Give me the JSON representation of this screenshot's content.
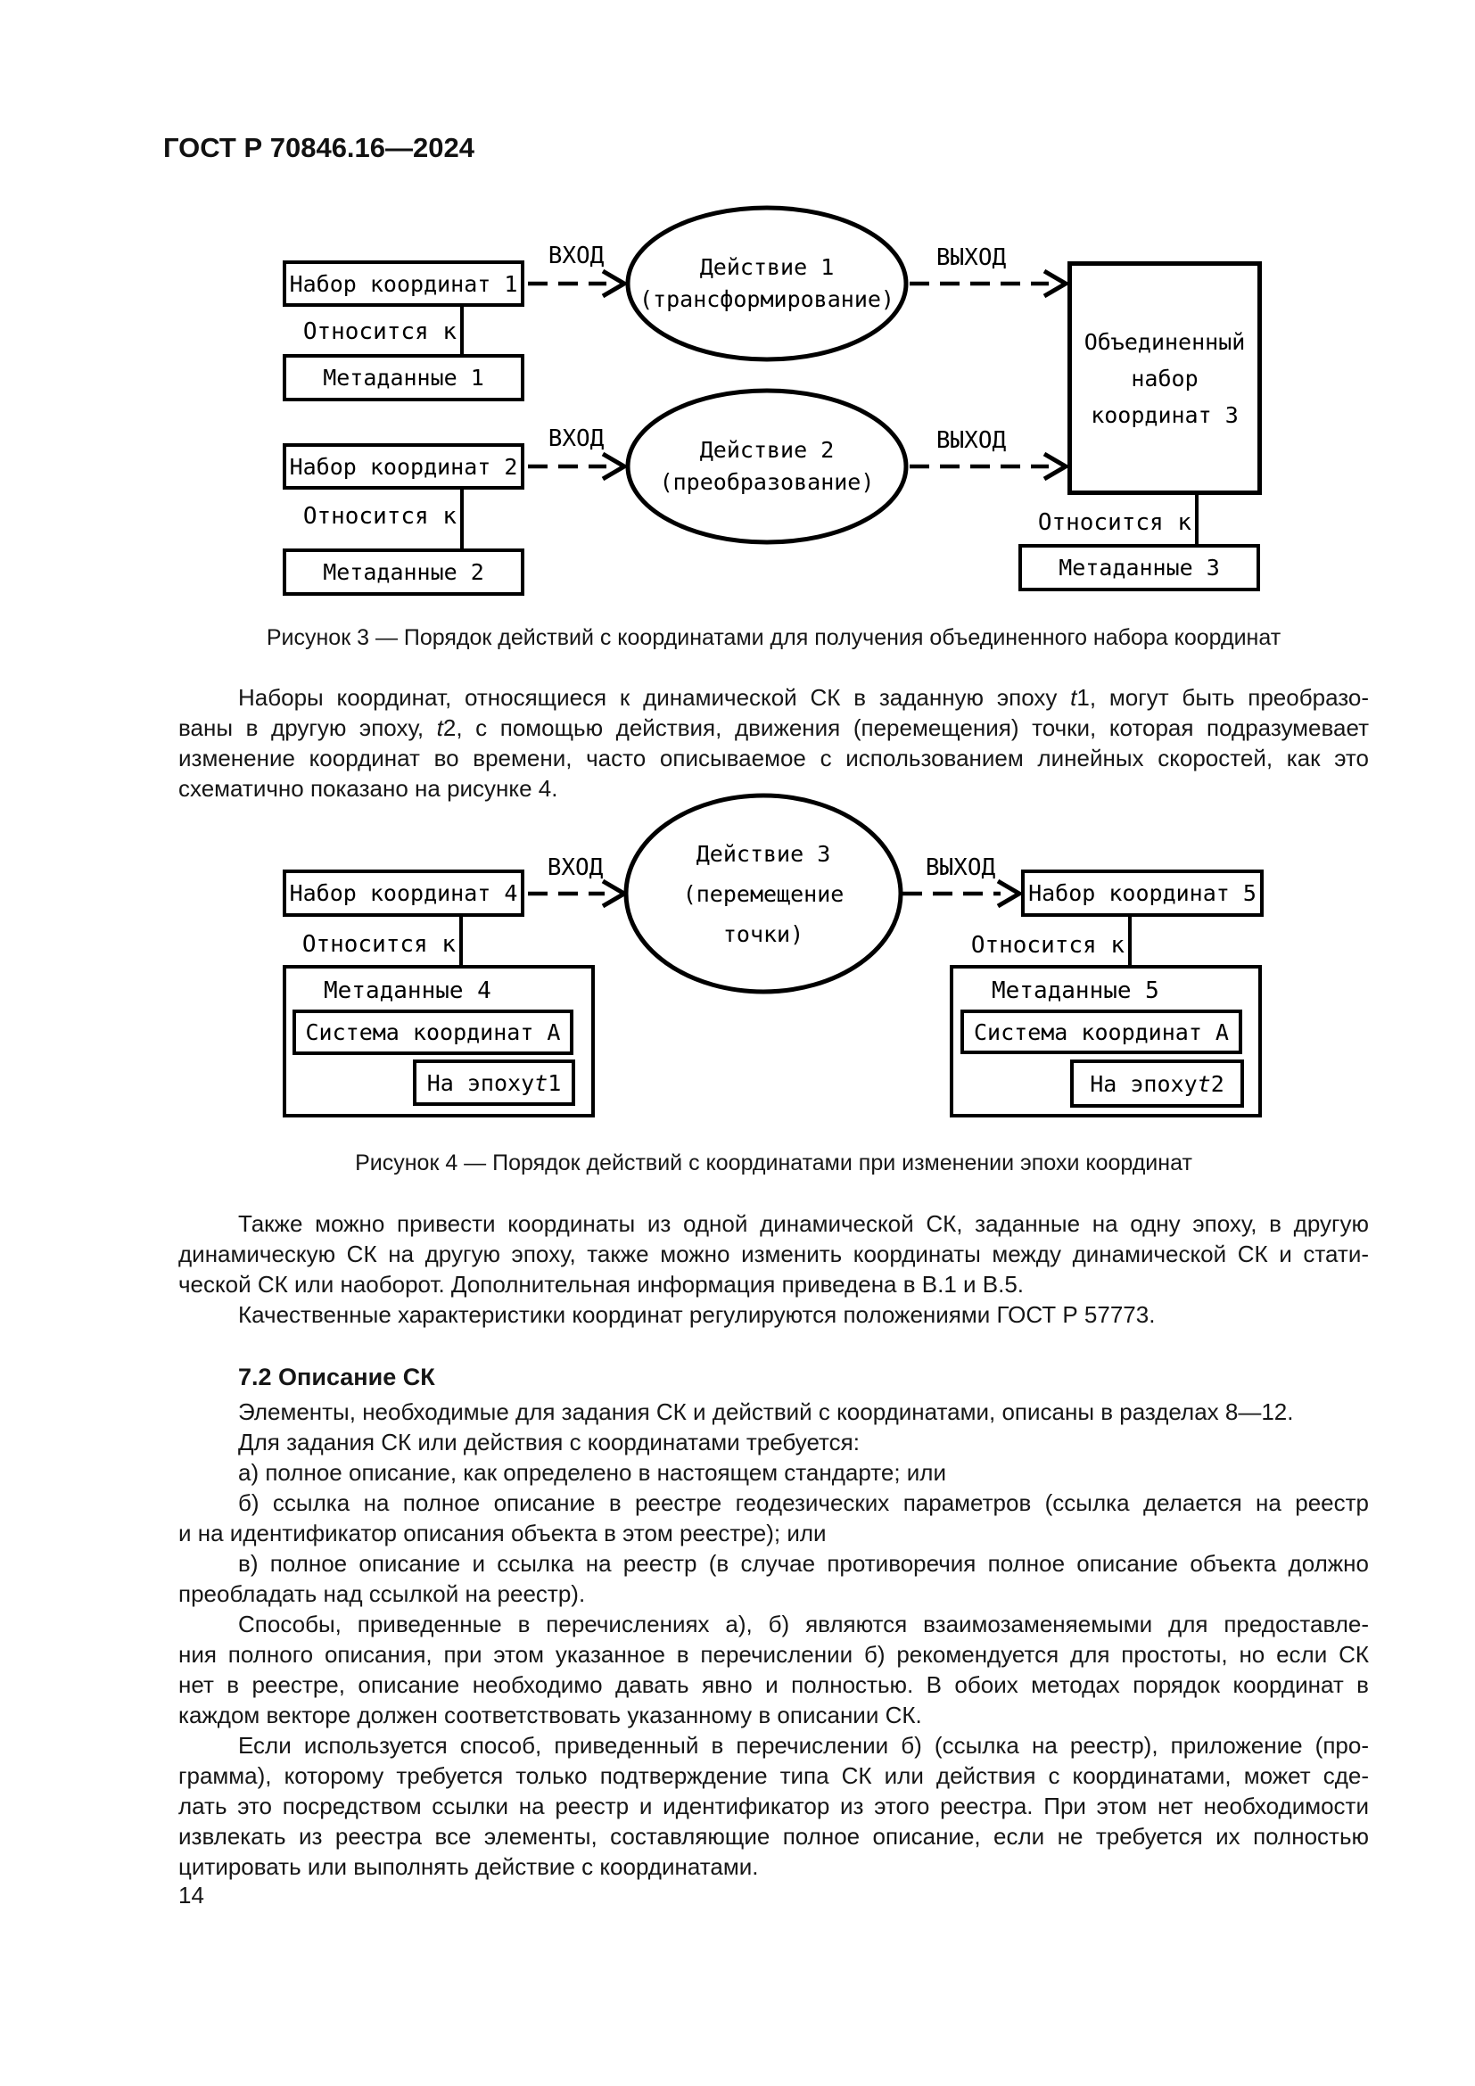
{
  "page": {
    "header": "ГОСТ Р 70846.16—2024",
    "number": "14"
  },
  "labels": {
    "input": "ВХОД",
    "output": "ВЫХОД",
    "relates": "Относится к"
  },
  "figure3": {
    "caption": "Рисунок 3 — Порядок действий с координатами для получения объединенного набора координат",
    "coordset1": "Набор координат 1",
    "metadata1": "Метаданные 1",
    "coordset2": "Набор координат 2",
    "metadata2": "Метаданные 2",
    "action1": [
      "Действие 1",
      "(трансформирование)"
    ],
    "action2": [
      "Действие 2",
      "(преобразование)"
    ],
    "merged": [
      "Объединенный",
      "набор",
      "координат 3"
    ],
    "metadata3": "Метаданные 3"
  },
  "figure4": {
    "caption": "Рисунок 4 — Порядок действий с координатами при изменении эпохи координат",
    "coordset4": "Набор координат 4",
    "coordset5": "Набор координат 5",
    "metadata4": "Метаданные 4",
    "metadata5": "Метаданные 5",
    "system_a": "Система координат А",
    "action3": [
      "Действие 3",
      "(перемещение",
      "точки)"
    ],
    "epoch4": {
      "prefix": "На эпоху ",
      "var": "t",
      "num": "1"
    },
    "epoch5": {
      "prefix": "На эпоху ",
      "var": "t",
      "num": "2"
    }
  },
  "text": {
    "para_after_fig3": {
      "blocks": [
        {
          "type": "p",
          "lines": [
            [
              {
                "t": "Наборы координат, относящиеся к динамической СК в заданную эпоху "
              },
              {
                "t": "t",
                "i": true
              },
              {
                "t": "1, могут быть преобразо-"
              }
            ],
            [
              {
                "t": "ваны в другую эпоху, "
              },
              {
                "t": "t",
                "i": true
              },
              {
                "t": "2, с помощью действия, движения (перемещения) точки, которая подразумевает"
              }
            ],
            "изменение координат во времени, часто описываемое с использованием линейных скоростей, как это",
            "схематично показано на рисунке 4."
          ]
        }
      ]
    },
    "body": {
      "blocks": [
        {
          "type": "p",
          "lines": [
            "Также можно привести координаты из одной динамической СК, заданные на одну эпоху, в другую",
            "динамическую СК на другую эпоху, также можно изменить координаты между динамической СК и стати-",
            "ческой СК или наоборот. Дополнительная информация приведена в В.1 и В.5."
          ]
        },
        {
          "type": "p",
          "lines": [
            "Качественные характеристики координат регулируются положениями ГОСТ Р 57773."
          ]
        },
        {
          "type": "h",
          "text": "7.2 Описание СК"
        },
        {
          "type": "p",
          "lines": [
            "Элементы, необходимые для задания СК и действий с координатами, описаны в разделах 8—12."
          ]
        },
        {
          "type": "p",
          "lines": [
            "Для задания СК или действия с координатами требуется:"
          ]
        },
        {
          "type": "p",
          "lines": [
            "а) полное описание, как определено в настоящем стандарте; или"
          ]
        },
        {
          "type": "p",
          "lines": [
            "б) ссылка на полное описание в реестре геодезических параметров (ссылка делается на реестр",
            "и на идентификатор описания объекта в этом реестре); или"
          ]
        },
        {
          "type": "p",
          "lines": [
            "в) полное описание и ссылка на реестр (в случае противоречия полное описание объекта должно",
            "преобладать над ссылкой на реестр)."
          ]
        },
        {
          "type": "p",
          "lines": [
            "Способы, приведенные в перечислениях а), б) являются взаимозаменяемыми для предоставле-",
            "ния полного описания, при этом указанное в перечислении б) рекомендуется для простоты, но если СК",
            "нет в реестре, описание необходимо давать явно и полностью. В обоих методах порядок координат в",
            "каждом векторе должен соответствовать указанному в описании СК."
          ]
        },
        {
          "type": "p",
          "lines": [
            "Если используется способ, приведенный в перечислении б) (ссылка на реестр), приложение (про-",
            "грамма), которому требуется только подтверждение типа СК или действия с координатами, может сде-",
            "лать это посредством ссылки на реестр и идентификатор из этого реестра. При этом нет необходимости",
            "извлекать из реестра все элементы, составляющие полное описание, если не требуется их полностью",
            "цитировать или выполнять действие с координатами."
          ]
        }
      ]
    }
  }
}
